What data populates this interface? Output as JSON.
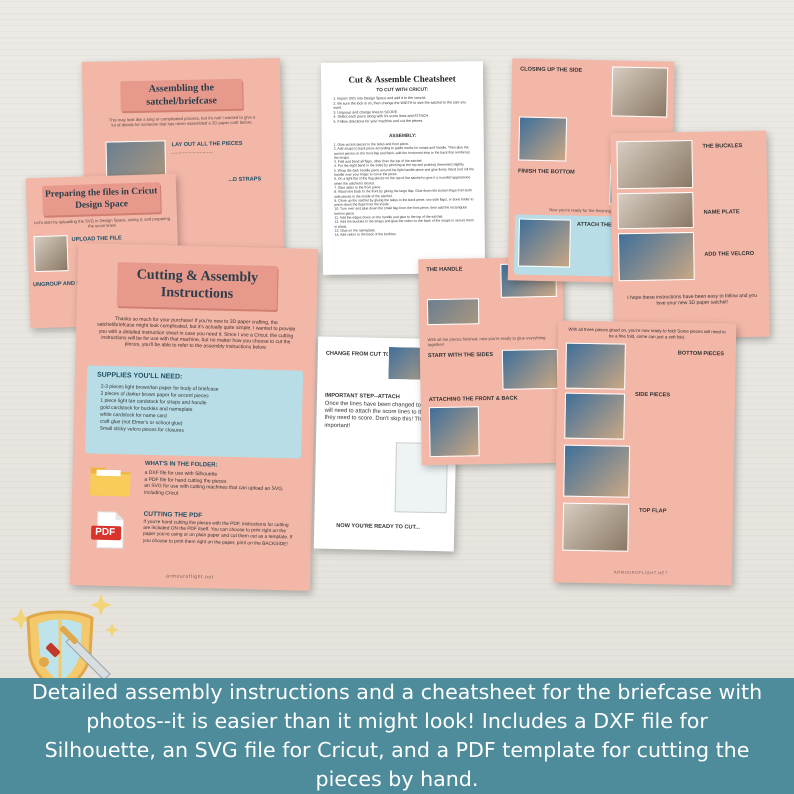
{
  "banner": {
    "text": "Detailed assembly instructions and a cheatsheet for the briefcase with photos--it is easier than it might look! Includes a DXF file for Silhouette, an SVG file for Cricut, and a PDF template for cutting the pieces by hand."
  },
  "site_url": "ARMOUROFLIGHT.NET",
  "assembling": {
    "title": "Assembling the satchel/briefcase",
    "intro": "This may look like a long or complicated process, but it's not! I wanted to give a lot of details for someone that has never assembled a 3D paper craft before.",
    "section": "LAY OUT ALL THE PIECES",
    "section2": "...D STRAPS"
  },
  "preparing": {
    "title": "Preparing the files in Cricut Design Space",
    "intro": "Let's start by uploading the SVG in Design Space, sizing it, and preparing the score lines!",
    "upload": "UPLOAD THE FILE",
    "ungroup": "UNGROUP AND SEPARATE"
  },
  "cutting": {
    "title": "Cutting & Assembly Instructions",
    "intro": "Thanks so much for your purchase! If you're new to 3D paper crafting, the satchel/briefcase might look complicated, but it's actually quite simple. I wanted to provide you with a detailed instruction sheet in case you need it. Since I use a Cricut, the cutting instructions will be for use with that machine, but no matter how you choose to cut the pieces, you'll be able to refer to the assembly instructions below.",
    "supplies_heading": "SUPPLIES YOU'LL NEED:",
    "supplies": [
      "2-3 pieces light brown/tan paper for body of briefcase",
      "2 pieces of darker brown paper for accent pieces",
      "1 piece light tan cardstock for straps and handle",
      "gold cardstock for buckles and nameplate",
      "white cardstock for name card",
      "craft glue (not Elmer's or school glue)",
      "Small sticky velcro pieces for closures"
    ],
    "folder_heading": "WHAT'S IN THE FOLDER:",
    "folder_items": [
      "a DXF file for use with Silhouette",
      "a PDF file for hand cutting the pieces",
      "an SVG for use with cutting machines that can upload an SVG, including Cricut"
    ],
    "pdf_heading": "CUTTING THE PDF",
    "pdf_text": "If you're hand cutting the pieces with the PDF, instructions for cutting are included ON the PDF itself. You can choose to print right on the paper you're using or on plain paper and cut them out as a template. If you choose to print them right on the paper, print on the BACKSIDE!",
    "pdf_icon_label": "PDF",
    "footer": "armouroflight.net"
  },
  "cheatsheet": {
    "title": "Cut & Assemble Cheatsheet",
    "cricut_heading": "TO CUT WITH CRICUT:",
    "cricut_steps": [
      "1. Import SVG into Design Space and add it to the canvas.",
      "2. Be sure the lock is on, then change the WIDTH to size the satchel to the size you want.",
      "3. Ungroup and change lines to SCORE.",
      "4. Select each piece along with it's score lines and ATTACH.",
      "5. Follow directions for your machine and cut the pieces."
    ],
    "assembly_heading": "ASSEMBLY:",
    "assembly_steps": [
      "1. Glue accent pieces to the sides and front piece.",
      "2. Add straps to back piece according to guide marks for straps and handle. Then glue the accent pieces on the front flap and back; add the horizontal strip to the back that reinforces the straps.",
      "3. Fold and bend all flaps, other than the top of the satchel.",
      "4. Put the eight bend in the sides by pinching at the top and pushing downward slightly.",
      "5. Wrap the dark handle piece around the light handle piece and glue firmly. Bend and roll the handle over your finger to curve the piece.",
      "6. On a light flat of the flap pieces on the top of the satchel to give it a rounded appearance when the satchel is closed.",
      "7. Glue sides to the front piece.",
      "8. Attach the back to the front by gluing the large flap. Glue down the bottom flaps from both side pieces to the inside of the satchel.",
      "9. Close up the satchel by gluing the sides to the back piece, two side flaps, or bone folder to press down the flaps from the inside.",
      "10. Turn over and glue down the small flap from the front piece, then add the rectangular bottom piece.",
      "11. Add the edges down on the handle and glue to the top of the satchel.",
      "12. Add the buckles to the straps and glue the velcro to the back of the straps to secure them in place.",
      "13. Glue on the nameplate.",
      "14. Add velcro to the back of the buckles."
    ]
  },
  "handle_page": {
    "heading1": "THE HANDLE",
    "heading2": "START WITH THE SIDES",
    "heading3": "ATTACHING THE FRONT & BACK",
    "note": "With all the pieces finished, now you're ready to glue everything together!"
  },
  "change_page": {
    "heading1": "CHANGE FROM CUT TO SCORE",
    "heading2": "IMPORTANT STEP--ATTACH",
    "body": "Once the lines have been changed to score, you will need to attach the score lines to the piece they need to score. Don't skip this! This is important!",
    "heading3": "NOW YOU'RE READY TO CUT..."
  },
  "closing_page": {
    "heading1": "CLOSING UP THE SIDE",
    "heading2": "FINISH THE BOTTOM",
    "note": "Now you're ready for the finishing touches!",
    "heading3": "ATTACH THE HANDLE"
  },
  "buckles_page": {
    "heading1": "THE BUCKLES",
    "heading2": "NAME PLATE",
    "heading3": "ADD THE VELCRO",
    "closing": "I hope these instructions have been easy to follow and you love your new 3D paper satchel!"
  },
  "bottom_page": {
    "intro": "With all three pieces glued on, you're now ready to fold! Some pieces will need to be a fine fold, some can just a soft fold.",
    "heading1": "BOTTOM PIECES",
    "heading2": "SIDE PIECES",
    "heading3": "TOP FLAP"
  }
}
